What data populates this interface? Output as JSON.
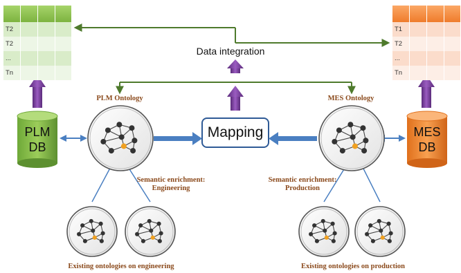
{
  "left_table": {
    "rows": [
      "T2",
      "T2",
      "...",
      "Tn"
    ]
  },
  "right_table": {
    "rows": [
      "T1",
      "T2",
      "...",
      "Tn"
    ]
  },
  "plm_db": {
    "line1": "PLM",
    "line2": "DB"
  },
  "mes_db": {
    "line1": "MES",
    "line2": "DB"
  },
  "mapping_label": "Mapping",
  "integration_label": "Data integration",
  "plm_ontology_label": "PLM Ontology",
  "mes_ontology_label": "MES Ontology",
  "enrich_engineering": {
    "line1": "Semantic enrichment:",
    "line2": "Engineering"
  },
  "enrich_production": {
    "line1": "Semantic enrichment:",
    "line2": "Production"
  },
  "existing_engineering": "Existing ontologies on engineering",
  "existing_production": "Existing ontologies on production",
  "colors": {
    "green_table": "#8bc34a",
    "orange_table": "#f58c3c",
    "purple_arrow": "#7b3fa0",
    "blue_arrow": "#4a7fc1",
    "green_line": "#4e7a2c",
    "brown_label": "#8b4a1c",
    "node_dark": "#333333",
    "node_orange": "#f0a020"
  }
}
